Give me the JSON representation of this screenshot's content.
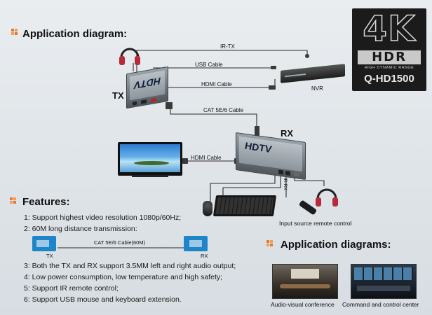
{
  "header": {
    "application_diagram_title": "Application diagram:",
    "features_title": "Features:",
    "application_diagrams_title": "Application diagrams:"
  },
  "logo": {
    "big_text": "4K",
    "hdr_text": "HDR",
    "hdr_sub": "HIGH DYNAMIC RANGE",
    "model": "Q-HD1500"
  },
  "diagram": {
    "tx_label": "TX",
    "rx_label": "RX",
    "ir_tx": "IR-TX",
    "usb_cable": "USB Cable",
    "hdmi_cable_top": "HDMI Cable",
    "nvr": "NVR",
    "cat_cable": "CAT 5E/6 Cable",
    "hdmi_cable_left": "HDMI Cable",
    "ir_rx": "IR-RX",
    "remote_caption": "Input source remote control",
    "device_brand": "HDTV"
  },
  "features": {
    "items": [
      "1: Support highest video resolution 1080p/60Hz;",
      "2: 60M long distance transmission:",
      "3: Both the TX and RX support 3.5MM left and right audio output;",
      "4: Low power consumption, low temperature and high safety;",
      "5: Support IR remote control;",
      "6: Support USB mouse and keyboard extension."
    ],
    "mini_cable": "CAT 5E/6 Cable(60M)",
    "mini_tx": "TX",
    "mini_rx": "RX"
  },
  "applications": {
    "left_caption": "Audio-visual conference",
    "right_caption": "Command and control center"
  },
  "colors": {
    "bullet": "#e8762b",
    "logo_bg": "#1b1b1b"
  }
}
